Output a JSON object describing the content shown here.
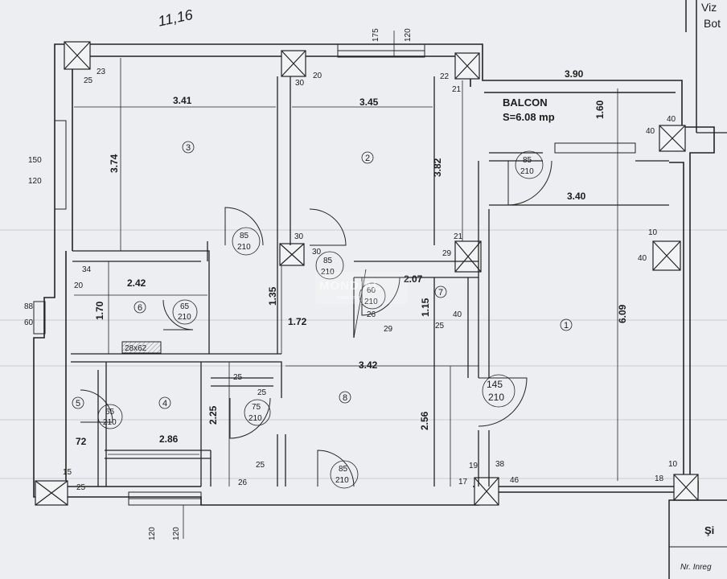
{
  "header": {
    "sheet_number": "11,16",
    "top_right_partial_1": "Viz",
    "top_right_partial_2": "Bot"
  },
  "balcony": {
    "name": "BALCON",
    "area": "S=6.08 mp"
  },
  "rooms": [
    {
      "id": "room-1",
      "label": "1"
    },
    {
      "id": "room-2",
      "label": "2"
    },
    {
      "id": "room-3",
      "label": "3"
    },
    {
      "id": "room-4",
      "label": "4"
    },
    {
      "id": "room-5",
      "label": "5"
    },
    {
      "id": "room-6",
      "label": "6"
    },
    {
      "id": "room-7",
      "label": "7"
    },
    {
      "id": "room-8",
      "label": "8"
    }
  ],
  "dimensions": {
    "d341": "3.41",
    "d345": "3.45",
    "d390": "3.90",
    "d160": "1.60",
    "d374": "3.74",
    "d382": "3.82",
    "d340": "3.40",
    "d609": "6.09",
    "d242": "2.42",
    "d170": "1.70",
    "d135": "1.35",
    "d172": "1.72",
    "d207": "2.07",
    "d115": "1.15",
    "d342": "3.42",
    "d225": "2.25",
    "d286": "2.86",
    "d256": "2.56",
    "d72": "72"
  },
  "small_labels": {
    "s175": "175",
    "s120top": "120",
    "s23": "23",
    "s25a": "25",
    "s30a": "30",
    "s20a": "20",
    "s22": "22",
    "s21a": "21",
    "s40a": "40",
    "s40b": "40",
    "s150": "150",
    "s120l": "120",
    "s30b": "30",
    "s30c": "30",
    "s21b": "21",
    "s29a": "29",
    "s10a": "10",
    "s40c": "40",
    "s34": "34",
    "s20b": "20",
    "s88": "88",
    "s60": "60",
    "s26a": "26",
    "s29b": "29",
    "s25b": "25",
    "s40d": "40",
    "s28x62": "28x62",
    "s25c": "25",
    "s25d": "25",
    "s25e": "25",
    "s26b": "26",
    "s15": "15",
    "s25f": "25",
    "s19": "19",
    "s38": "38",
    "s17": "17",
    "s46": "46",
    "s10b": "10",
    "s18": "18",
    "s120b1": "120",
    "s120b2": "120"
  },
  "doors": [
    {
      "w": "85",
      "h": "210"
    },
    {
      "w": "85",
      "h": "210"
    },
    {
      "w": "85",
      "h": "210"
    },
    {
      "w": "65",
      "h": "210"
    },
    {
      "w": "60",
      "h": "210"
    },
    {
      "w": "65",
      "h": "210"
    },
    {
      "w": "75",
      "h": "210"
    },
    {
      "w": "145",
      "h": "210"
    },
    {
      "w": "85",
      "h": "210"
    }
  ],
  "legend_box": {
    "title": "Şi",
    "subtitle": "Nr. Inreg"
  },
  "watermark": {
    "name": "MONDIAL",
    "sub": "imobiliare"
  }
}
